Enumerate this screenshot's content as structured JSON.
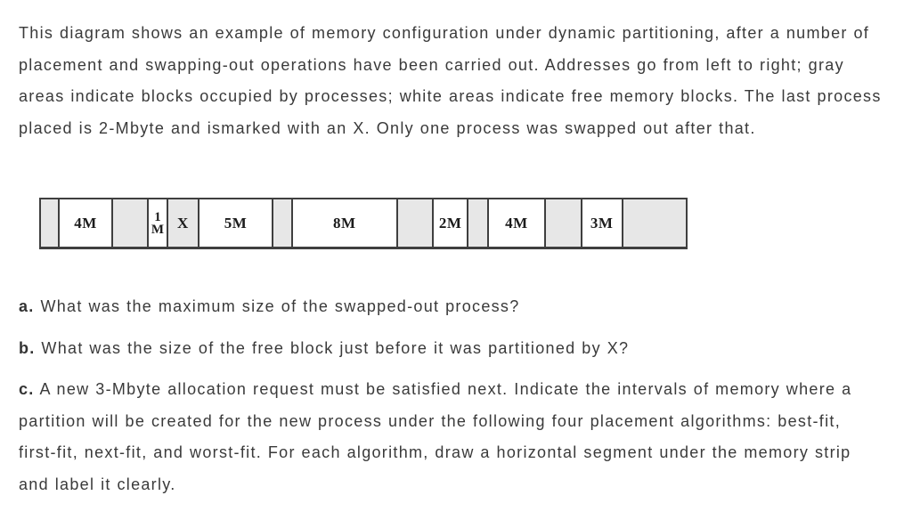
{
  "intro": {
    "text": "This diagram shows an example of memory configuration under dynamic partitioning, after a number of placement and swapping-out operations have been carried out. Addresses go from left to right; gray areas indicate blocks occupied by processes; white areas indicate free memory blocks. The last process placed is 2-Mbyte and ismarked with an X. Only one process was swapped out after that."
  },
  "diagram": {
    "description": "Memory strip, addresses left to right; gray = occupied, white = free",
    "segments": [
      {
        "label": "",
        "type": "occupied",
        "width": 20
      },
      {
        "label": "4M",
        "type": "free",
        "width": 60
      },
      {
        "label": "",
        "type": "occupied",
        "width": 40
      },
      {
        "label": "1M",
        "type": "free",
        "width": 20,
        "stacked": true
      },
      {
        "label": "X",
        "type": "occupied",
        "width": 35
      },
      {
        "label": "5M",
        "type": "free",
        "width": 84
      },
      {
        "label": "",
        "type": "occupied",
        "width": 21
      },
      {
        "label": "8M",
        "type": "free",
        "width": 120
      },
      {
        "label": "",
        "type": "occupied",
        "width": 40
      },
      {
        "label": "2M",
        "type": "free",
        "width": 39
      },
      {
        "label": "",
        "type": "occupied",
        "width": 21
      },
      {
        "label": "4M",
        "type": "free",
        "width": 65
      },
      {
        "label": "",
        "type": "occupied",
        "width": 40
      },
      {
        "label": "3M",
        "type": "free",
        "width": 46
      },
      {
        "label": "",
        "type": "occupied",
        "width": 73
      }
    ],
    "colors": {
      "occupied_fill": "#e7e7e7",
      "free_fill": "#ffffff",
      "border": "#3f3f3f",
      "label_text": "#1c1c1c"
    }
  },
  "questions": [
    {
      "prefix": "a.",
      "text": "What was the maximum size of the swapped-out process?"
    },
    {
      "prefix": "b.",
      "text": "What was the size of the free block just before it was partitioned by X?"
    },
    {
      "prefix": "c.",
      "text": "A new 3-Mbyte allocation request must be satisfied next. Indicate the intervals of memory where a partition will be created for the new process under the following four placement algorithms: best-fit, first-fit, next-fit, and worst-fit. For each algorithm, draw a horizontal segment under the memory strip and label it clearly."
    }
  ],
  "colors": {
    "page_background": "#ffffff",
    "body_text": "#3a3a3a"
  }
}
